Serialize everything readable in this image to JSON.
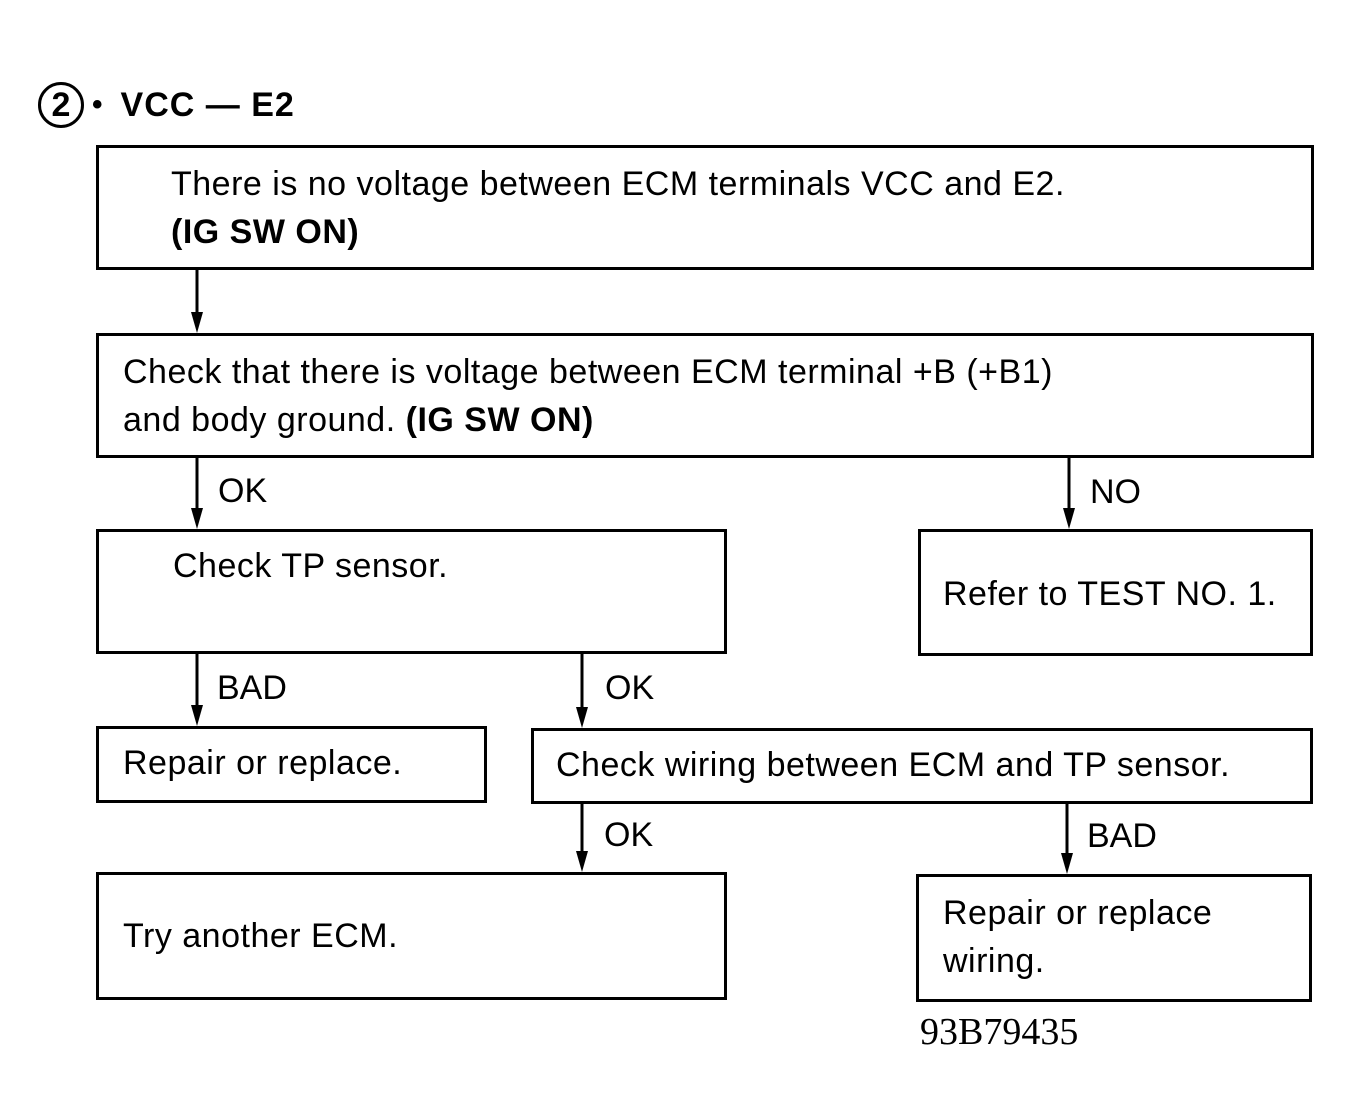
{
  "heading": {
    "step_number": "2",
    "bullet": "•",
    "title": "VCC — E2"
  },
  "boxes": {
    "symptom": {
      "line1": "There is no voltage between ECM terminals VCC and E2.",
      "line2": "(IG SW ON)"
    },
    "check_voltage": {
      "line1": "Check that there is voltage between ECM terminal +B (+B1)",
      "line2_prefix": "and body ground.",
      "line2_bold": "(IG SW ON)"
    },
    "check_tp_sensor": "Check TP sensor.",
    "refer_test": "Refer to TEST NO. 1.",
    "repair_replace": "Repair or replace.",
    "check_wiring": "Check wiring between ECM and TP sensor.",
    "try_another_ecm": "Try another ECM.",
    "repair_wiring": {
      "line1": "Repair or replace",
      "line2": "wiring."
    }
  },
  "branch_labels": {
    "ok1": "OK",
    "no": "NO",
    "bad1": "BAD",
    "ok2": "OK",
    "ok3": "OK",
    "bad2": "BAD"
  },
  "figure_id": "93B79435"
}
